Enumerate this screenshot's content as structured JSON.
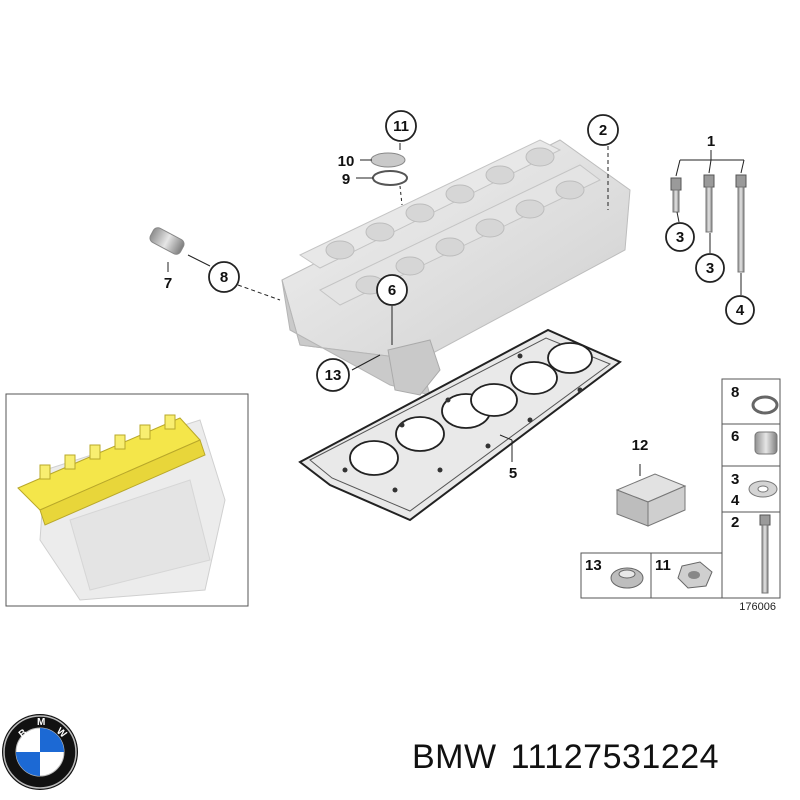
{
  "diagram": {
    "callouts": {
      "c1": "1",
      "c2": "2",
      "c3a": "3",
      "c3b": "3",
      "c4": "4",
      "c5": "5",
      "c6": "6",
      "c7": "7",
      "c8": "8",
      "c9": "9",
      "c10": "10",
      "c11": "11",
      "c12": "12",
      "c13": "13"
    },
    "parts_table": {
      "r8": "8",
      "r6": "6",
      "r3": "3",
      "r4": "4",
      "r2": "2",
      "r13": "13",
      "r11": "11"
    },
    "reference_number": "176006"
  },
  "footer": {
    "brand": "BMW",
    "part_number": "11127531224"
  },
  "colors": {
    "highlight_yellow": "#f4e64a",
    "line": "#222222",
    "part_gray": "#d9d9d9"
  },
  "icons": [
    "bmw-logo-icon"
  ]
}
